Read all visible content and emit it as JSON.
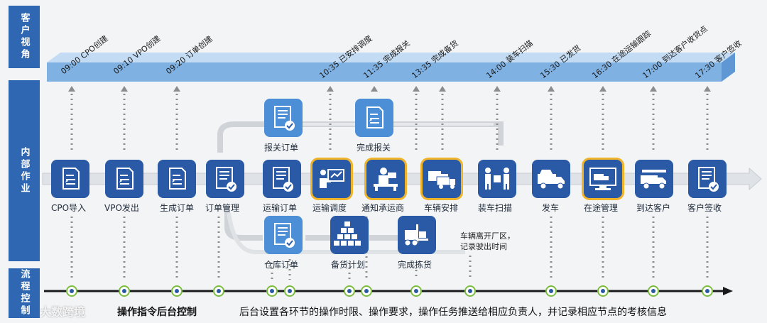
{
  "sidebar": {
    "customer": "客户视角",
    "internal": "内部作业",
    "control": "流程控制"
  },
  "timeline": [
    {
      "time": "09:00 CPO创建"
    },
    {
      "time": "09:10 VPO创建"
    },
    {
      "time": "09:20 订单创建"
    },
    {
      "time": "10:35 已安排调度"
    },
    {
      "time": "11:35 完成报关"
    },
    {
      "time": "13:35 完成备货"
    },
    {
      "time": "14:00 装车扫描"
    },
    {
      "time": "15:30 已发货"
    },
    {
      "time": "16:30 在途运输跟踪"
    },
    {
      "time": "17:00 到达客户收货点"
    },
    {
      "time": "17:30 客户签收"
    }
  ],
  "main_nodes": [
    {
      "label": "CPO导入",
      "icon": "document-edit-icon"
    },
    {
      "label": "VPO发出",
      "icon": "document-edit-icon"
    },
    {
      "label": "生成订单",
      "icon": "document-edit-icon"
    },
    {
      "label": "订单管理",
      "icon": "document-check-icon"
    },
    {
      "label": "运输订单",
      "icon": "document-check-icon"
    },
    {
      "label": "运输调度",
      "icon": "dispatcher-icon"
    },
    {
      "label": "通知承运商",
      "icon": "desk-worker-icon"
    },
    {
      "label": "车辆安排",
      "icon": "truck-fleet-icon"
    },
    {
      "label": "装车扫描",
      "icon": "loading-workers-icon"
    },
    {
      "label": "发车",
      "icon": "truck-icon"
    },
    {
      "label": "在途管理",
      "icon": "monitor-truck-icon"
    },
    {
      "label": "到达客户",
      "icon": "truck-arrival-icon"
    },
    {
      "label": "客户签收",
      "icon": "document-check-icon"
    }
  ],
  "top_nodes": [
    {
      "label": "报关订单",
      "icon": "document-check-icon"
    },
    {
      "label": "完成报关",
      "icon": "document-edit-icon"
    }
  ],
  "bottom_nodes": [
    {
      "label": "仓库订单",
      "icon": "document-check-icon"
    },
    {
      "label": "备货计划",
      "icon": "boxes-icon"
    },
    {
      "label": "完成拣货",
      "icon": "forklift-icon"
    }
  ],
  "note": {
    "line1": "车辆离开厂区，",
    "line2": "记录驶出时间"
  },
  "footer": {
    "watermark": "大数跨境",
    "bold": "操作指令后台控制",
    "desc": "后台设置各环节的操作时限、操作要求，操作任务推送给相应负责人，并记录相应节点的考核信息"
  },
  "colors": {
    "primary": "#2a5aa6",
    "light": "#4c8fd6",
    "highlight": "#f0b42a",
    "bar": "#7fb1e3",
    "circle": "#7cbc3e"
  }
}
